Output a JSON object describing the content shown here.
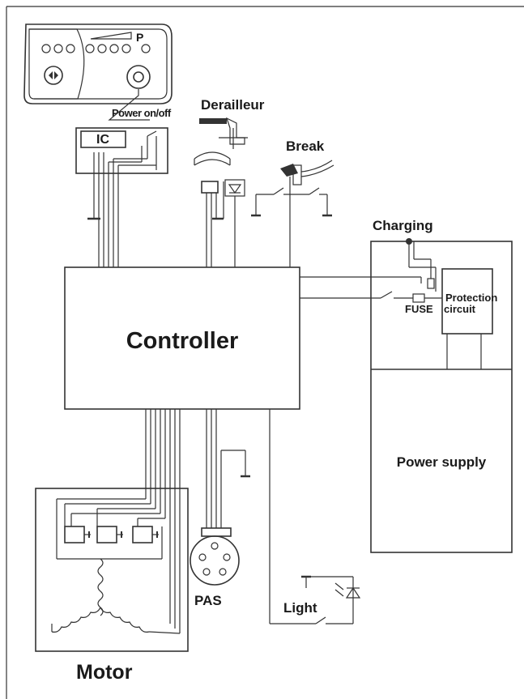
{
  "labels": {
    "display_button": "P",
    "power_switch": "Power on/off",
    "ic": "IC",
    "derailleur": "Derailleur",
    "break": "Break",
    "charging": "Charging",
    "fuse": "FUSE",
    "protection_line1": "Protection",
    "protection_line2": "circuit",
    "controller": "Controller",
    "power_supply": "Power supply",
    "pas": "PAS",
    "light": "Light",
    "motor": "Motor"
  },
  "colors": {
    "line": "#333333",
    "text": "#1a1a1a",
    "background": "#ffffff"
  },
  "icons": [
    "display-panel-icon",
    "power-button-icon",
    "derailleur-icon",
    "brake-lever-icon",
    "led-icon",
    "motor-winding-icon",
    "pas-disc-icon"
  ]
}
